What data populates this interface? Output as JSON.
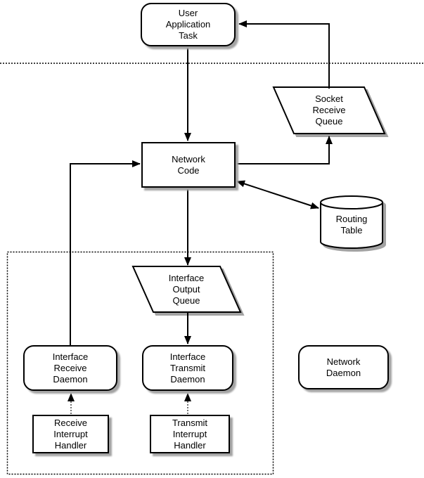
{
  "diagram": {
    "background": "#ffffff",
    "colors": {
      "stroke": "#000000",
      "fill": "#ffffff",
      "shadow": "#a3a3a3"
    },
    "nodes": {
      "user_application_task": {
        "label": "User\nApplication\nTask",
        "shape": "rounded-rect"
      },
      "socket_receive_queue": {
        "label": "Socket\nReceive\nQueue",
        "shape": "parallelogram"
      },
      "network_code": {
        "label": "Network\nCode",
        "shape": "rect"
      },
      "routing_table": {
        "label": "Routing\nTable",
        "shape": "cylinder"
      },
      "interface_output_queue": {
        "label": "Interface\nOutput\nQueue",
        "shape": "parallelogram"
      },
      "interface_receive_daemon": {
        "label": "Interface\nReceive\nDaemon",
        "shape": "rounded-rect"
      },
      "interface_transmit_daemon": {
        "label": "Interface\nTransmit\nDaemon",
        "shape": "rounded-rect"
      },
      "network_daemon": {
        "label": "Network\nDaemon",
        "shape": "rounded-rect"
      },
      "receive_interrupt_handler": {
        "label": "Receive\nInterrupt\nHandler",
        "shape": "rect"
      },
      "transmit_interrupt_handler": {
        "label": "Transmit\nInterrupt\nHandler",
        "shape": "rect"
      }
    },
    "edges": [
      {
        "from": "user_application_task",
        "to": "network_code",
        "style": "solid",
        "arrow": "end"
      },
      {
        "from": "socket_receive_queue",
        "to": "user_application_task",
        "style": "solid",
        "arrow": "end"
      },
      {
        "from": "network_code",
        "to": "socket_receive_queue",
        "style": "solid",
        "arrow": "end"
      },
      {
        "from": "network_code",
        "to": "routing_table",
        "style": "solid",
        "arrow": "both"
      },
      {
        "from": "network_code",
        "to": "interface_output_queue",
        "style": "solid",
        "arrow": "end"
      },
      {
        "from": "interface_output_queue",
        "to": "interface_transmit_daemon",
        "style": "solid",
        "arrow": "end"
      },
      {
        "from": "interface_receive_daemon",
        "to": "network_code",
        "style": "solid",
        "arrow": "end"
      },
      {
        "from": "receive_interrupt_handler",
        "to": "interface_receive_daemon",
        "style": "dotted",
        "arrow": "end"
      },
      {
        "from": "transmit_interrupt_handler",
        "to": "interface_transmit_daemon",
        "style": "dotted",
        "arrow": "end"
      }
    ],
    "regions": [
      {
        "name": "user-kernel-separator",
        "style": "dotted-line"
      },
      {
        "name": "driver-region",
        "style": "dotted-rect"
      }
    ]
  }
}
